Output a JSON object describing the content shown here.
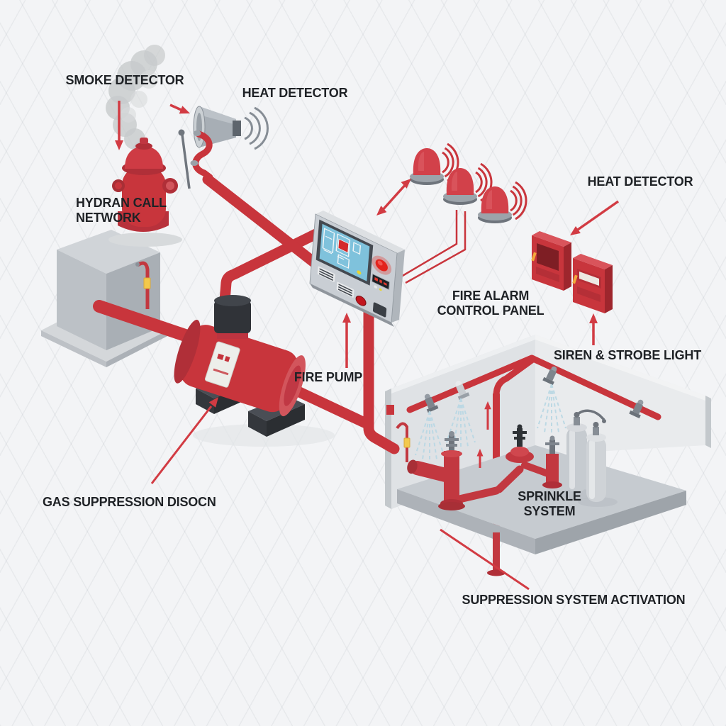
{
  "labels": {
    "smoke_detector": "SMOKE DETECTOR",
    "heat_detector_top": "HEAT DETECTOR",
    "hydran_call_line1": "HYDRAN CALL",
    "hydran_call_line2": "NETWORK",
    "heat_detector_right": "HEAT DETECTOR",
    "fire_alarm_line1": "FIRE ALARM",
    "fire_alarm_line2": "CONTROL PANEL",
    "fire_pump": "FIRE PUMP",
    "siren_strobe": "SIREN & STROBE LIGHT",
    "gas_suppression": "GAS SUPPRESSION DISOCN",
    "sprinkle_line1": "SPRINKLE",
    "sprinkle_line2": "SYSTEM",
    "suppression_activation": "SUPPRESSION SYSTEM ACTIVATION"
  },
  "colors": {
    "background": "#F3F4F6",
    "pipe_red": "#C8353C",
    "arrow_red": "#D23B43",
    "text": "#1F2226",
    "grey_light": "#D0D4D8",
    "grey_mid": "#ABB1B7",
    "panel_screen_blue": "#7FC2DC",
    "water_spray_blue": "#B9D8E4",
    "led_yellow": "#F2A93B"
  },
  "components": [
    "smoke-plume",
    "fire-hydrant",
    "horn-heat-detector",
    "alarm-sirens",
    "fire-alarm-control-panel",
    "manual-call-point-boxes",
    "fire-pump",
    "supply-cabinet",
    "pipe-network",
    "sprinkler-room",
    "gas-cylinders",
    "water-sprays",
    "signal-wires"
  ]
}
